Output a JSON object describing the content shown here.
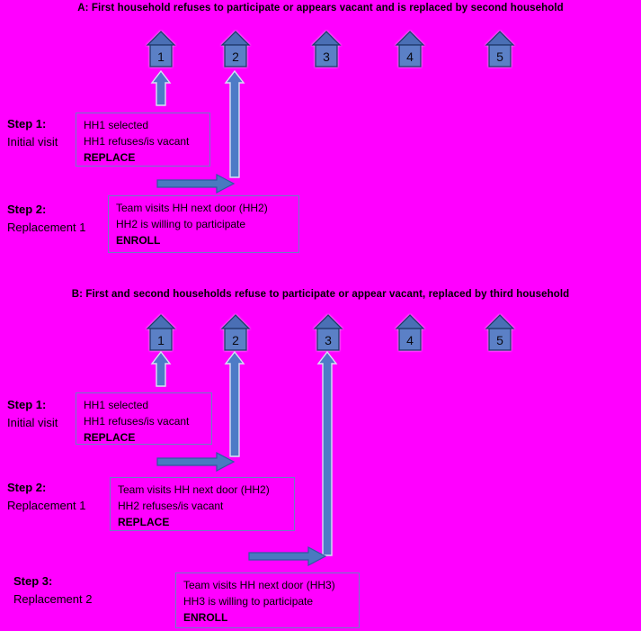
{
  "colors": {
    "background": "#ff00ff",
    "house_body": "#5b80c6",
    "house_roof": "#4a6fb5",
    "house_border": "#20396b",
    "up_arrow_fill": "#4e7bc6",
    "up_arrow_edge": "#d8e1f3",
    "right_arrow_fill": "#4a79c0",
    "right_arrow_edge": "#2f5ba1",
    "box_border": "#6d7ec2",
    "text": "#000000"
  },
  "panel_a": {
    "title": "A: First household refuses to participate or appears vacant and is replaced by second household",
    "houses": [
      "1",
      "2",
      "3",
      "4",
      "5"
    ],
    "step1": {
      "label_title": "Step 1:",
      "label_subtitle": "Initial visit",
      "box_lines": [
        "HH1 selected",
        "HH1 refuses/is vacant"
      ],
      "box_action": "REPLACE"
    },
    "step2": {
      "label_title": "Step 2:",
      "label_subtitle": "Replacement 1",
      "box_lines": [
        "Team visits HH next door (HH2)",
        "HH2 is willing to participate"
      ],
      "box_action": "ENROLL"
    }
  },
  "panel_b": {
    "title": "B: First and second households refuse to participate or appear vacant, replaced by third household",
    "houses": [
      "1",
      "2",
      "3",
      "4",
      "5"
    ],
    "step1": {
      "label_title": "Step 1:",
      "label_subtitle": "Initial visit",
      "box_lines": [
        "HH1 selected",
        "HH1 refuses/is vacant"
      ],
      "box_action": "REPLACE"
    },
    "step2": {
      "label_title": "Step 2:",
      "label_subtitle": "Replacement 1",
      "box_lines": [
        "Team visits HH next door (HH2)",
        "HH2 refuses/is vacant"
      ],
      "box_action": "REPLACE"
    },
    "step3": {
      "label_title": "Step 3:",
      "label_subtitle": "Replacement 2",
      "box_lines": [
        "Team visits HH next door (HH3)",
        "HH3 is willing to participate"
      ],
      "box_action": "ENROLL"
    }
  }
}
